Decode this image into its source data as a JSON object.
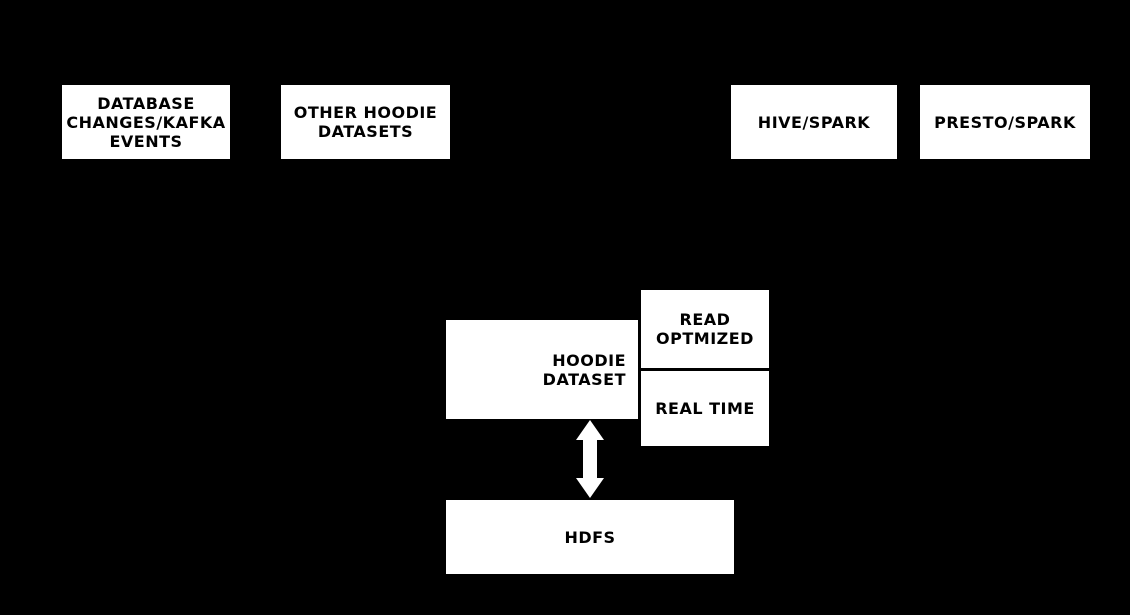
{
  "colors": {
    "background": "#000000",
    "node_fill": "#ffffff",
    "node_text": "#000000",
    "arrow": "#ffffff"
  },
  "nodes": {
    "database_changes": {
      "lines": [
        "DATABASE",
        "CHANGES/KAFKA",
        "EVENTS"
      ]
    },
    "other_hoodie_datasets": {
      "lines": [
        "OTHER HOODIE",
        "DATASETS"
      ]
    },
    "hive_spark": {
      "lines": [
        "HIVE/SPARK"
      ]
    },
    "presto_spark": {
      "lines": [
        "PRESTO/SPARK"
      ]
    },
    "hoodie_dataset": {
      "lines": [
        "HOODIE",
        "DATASET"
      ]
    },
    "read_optimized": {
      "lines": [
        "READ",
        "OPTMIZED"
      ]
    },
    "real_time": {
      "lines": [
        "REAL TIME"
      ]
    },
    "hdfs": {
      "lines": [
        "HDFS"
      ]
    }
  },
  "icons": {
    "double_arrow": {
      "name": "double-vertical-arrow",
      "color": "#ffffff",
      "connects": [
        "HOODIE DATASET",
        "HDFS"
      ]
    }
  }
}
